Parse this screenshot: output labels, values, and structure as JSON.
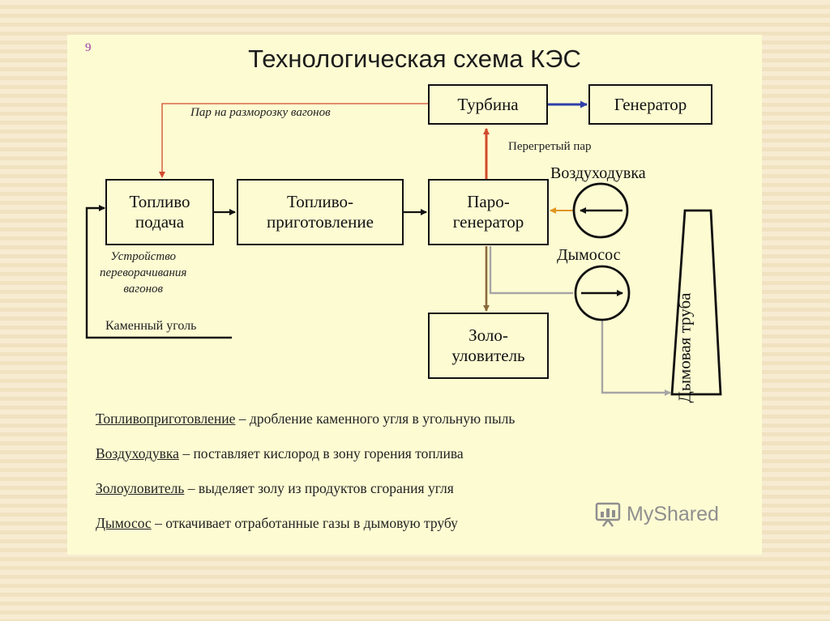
{
  "slide": {
    "number": "9",
    "title": "Технологическая схема КЭС"
  },
  "nodes": {
    "turbine": "Турбина",
    "generator": "Генератор",
    "fuel_feed": "Топливо\nподача",
    "fuel_prep": "Топливо-\nприготовление",
    "steam_gen": "Паро-\nгенератор",
    "ash_collector": "Золо-\nуловитель",
    "blower": "Воздуходувка",
    "smoke_exhauster": "Дымосос",
    "chimney": "Дымовая труба"
  },
  "edge_labels": {
    "defrost_steam": "Пар на разморозку вагонов",
    "superheated_steam": "Перегретый пар",
    "wagon_tipper": "Устройство\nпереворачивания\nвагонов",
    "coal": "Каменный уголь"
  },
  "definitions": [
    {
      "term": "Топливоприготовление",
      "text": " – дробление каменного угля в угольную пыль"
    },
    {
      "term": "Воздуходувка",
      "text": " – поставляет кислород в зону горения топлива"
    },
    {
      "term": "Золоуловитель",
      "text": " – выделяет золу из продуктов сгорания угля"
    },
    {
      "term": "Дымосос",
      "text": " – откачивает отработанные газы в дымовую трубу"
    }
  ],
  "watermark": "MyShared",
  "colors": {
    "steam": "#d24a2c",
    "power": "#2f3fa8",
    "air": "#e0961e",
    "ash": "#8a6a3a",
    "flue_gas": "#a6a6a6"
  }
}
